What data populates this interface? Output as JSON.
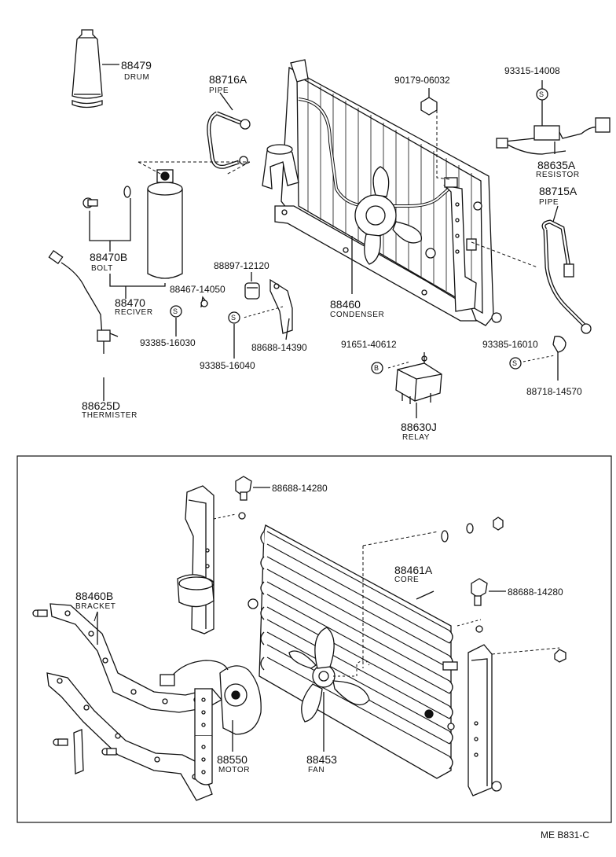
{
  "footer": {
    "code": "ME B831-C"
  },
  "markers": {
    "s": "S",
    "b": "B"
  },
  "parts": {
    "p88479": {
      "no": "88479",
      "name": "DRUM"
    },
    "p88716A": {
      "no": "88716A",
      "name": "PIPE"
    },
    "p90179": {
      "no": "90179-06032"
    },
    "p93315": {
      "no": "93315-14008"
    },
    "p88635A": {
      "no": "88635A",
      "name": "RESISTOR"
    },
    "p88715A": {
      "no": "88715A",
      "name": "PIPE"
    },
    "p88470B": {
      "no": "88470B",
      "name": "BOLT"
    },
    "p88897": {
      "no": "88897-12120"
    },
    "p88467": {
      "no": "88467-14050"
    },
    "p88470": {
      "no": "88470",
      "name": "RECIVER"
    },
    "p88460": {
      "no": "88460",
      "name": "CONDENSER"
    },
    "p93385a": {
      "no": "93385-16030"
    },
    "p88688a": {
      "no": "88688-14390"
    },
    "p93385b": {
      "no": "93385-16040"
    },
    "p91651": {
      "no": "91651-40612"
    },
    "p93385c": {
      "no": "93385-16010"
    },
    "p88718": {
      "no": "88718-14570"
    },
    "p88625D": {
      "no": "88625D",
      "name": "THERMISTER"
    },
    "p88630J": {
      "no": "88630J",
      "name": "RELAY"
    },
    "p88688b": {
      "no": "88688-14280"
    },
    "p88461A": {
      "no": "88461A",
      "name": "CORE"
    },
    "p88688c": {
      "no": "88688-14280"
    },
    "p88460B": {
      "no": "88460B",
      "name": "BRACKET"
    },
    "p88550": {
      "no": "88550",
      "name": "MOTOR"
    },
    "p88453": {
      "no": "88453",
      "name": "FAN"
    }
  }
}
